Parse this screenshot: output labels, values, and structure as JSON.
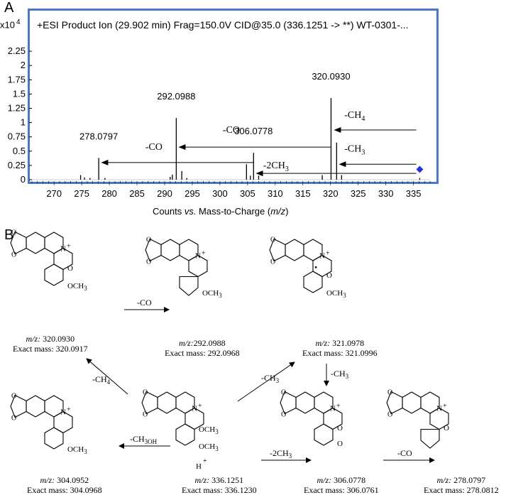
{
  "panel_a_label": "A",
  "panel_b_label": "B",
  "chart_data": {
    "type": "bar",
    "title": "+ESI Product Ion (29.902 min) Frag=150.0V CID@35.0 (336.1251 -> **) WT-0301-...",
    "y_multiplier": "x10",
    "y_exponent": "4",
    "xlabel_parts": [
      "Counts ",
      "vs.",
      " Mass-to-Charge (",
      "m/z",
      ")"
    ],
    "xlim": [
      266,
      338
    ],
    "ylim": [
      0,
      2.5
    ],
    "xticks": [
      "270",
      "275",
      "280",
      "285",
      "290",
      "295",
      "300",
      "305",
      "310",
      "315",
      "320",
      "325",
      "330",
      "335"
    ],
    "yticks": [
      "0",
      "0.25",
      "0.5",
      "0.75",
      "1",
      "1.25",
      "1.5",
      "1.75",
      "2",
      "2.25"
    ],
    "peaks": [
      {
        "x": 274.8,
        "y": 0.08
      },
      {
        "x": 275.5,
        "y": 0.04
      },
      {
        "x": 276.5,
        "y": 0.03
      },
      {
        "x": 278.08,
        "y": 0.38,
        "label": "278.0797"
      },
      {
        "x": 279.2,
        "y": 0.03
      },
      {
        "x": 291.0,
        "y": 0.05
      },
      {
        "x": 291.4,
        "y": 0.09
      },
      {
        "x": 292.1,
        "y": 1.08,
        "label": "292.0988"
      },
      {
        "x": 293.1,
        "y": 0.15
      },
      {
        "x": 294.0,
        "y": 0.03
      },
      {
        "x": 304.8,
        "y": 0.27
      },
      {
        "x": 305.5,
        "y": 0.07
      },
      {
        "x": 306.08,
        "y": 0.47,
        "label": "306.0778"
      },
      {
        "x": 307.0,
        "y": 0.07
      },
      {
        "x": 318.5,
        "y": 0.08
      },
      {
        "x": 320.09,
        "y": 1.43,
        "label": "320.0930"
      },
      {
        "x": 321.1,
        "y": 0.65
      },
      {
        "x": 322.0,
        "y": 0.08
      },
      {
        "x": 336.13,
        "y": 0.03
      }
    ],
    "precursor_marker": {
      "x": 336.13,
      "y": 0.18
    },
    "annotations": [
      {
        "text": "-CH",
        "sub": "4",
        "x": 322.5,
        "y": 1.08
      },
      {
        "text": "-CO",
        "sub": "",
        "x": 300.5,
        "y": 0.82
      },
      {
        "text": "-CH",
        "sub": "3",
        "x": 322.5,
        "y": 0.49
      },
      {
        "text": "-CO",
        "sub": "",
        "x": 286.5,
        "y": 0.52
      },
      {
        "text": "-2CH",
        "sub": "3",
        "x": 307.8,
        "y": 0.2
      }
    ],
    "arrows": [
      {
        "x1": 335.5,
        "x2": 320.6,
        "y": 0.87
      },
      {
        "x1": 320.1,
        "x2": 292.5,
        "y": 0.57
      },
      {
        "x1": 335.5,
        "x2": 321.5,
        "y": 0.27
      },
      {
        "x1": 306.1,
        "x2": 278.5,
        "y": 0.3
      },
      {
        "x1": 335.5,
        "x2": 306.5,
        "y": 0.11
      }
    ]
  },
  "scheme": {
    "reactions": [
      "-CO",
      "-CH",
      "-CH",
      "-CH",
      "-CH",
      "-2CH",
      "-CO"
    ],
    "reaction_subs": [
      "",
      "4",
      "3",
      "3",
      "3OH",
      "3",
      ""
    ],
    "substituent": "OCH",
    "substituent_sub": "3",
    "hydrogen": "H",
    "plus": "+",
    "dot": "•",
    "ring_n": "N",
    "ring_o": "O",
    "compounds": [
      {
        "mz_label": "m/z:",
        "mz": "320.0930",
        "exact": "Exact mass: 320.0917"
      },
      {
        "mz_label": "m/z:",
        "mz": "292.0988",
        "exact": "Exact mass: 292.0968"
      },
      {
        "mz_label": "m/z:",
        "mz": "321.0978",
        "exact": "Exact mass: 321.0996"
      },
      {
        "mz_label": "m/z:",
        "mz": "304.0952",
        "exact": "Exact mass: 304.0968"
      },
      {
        "mz_label": "m/z:",
        "mz": "336.1251",
        "exact": "Exact mass: 336.1230"
      },
      {
        "mz_label": "m/z:",
        "mz": "306.0778",
        "exact": "Exact mass: 306.0761"
      },
      {
        "mz_label": "m/z:",
        "mz": "278.0797",
        "exact": "Exact mass: 278.0812"
      }
    ]
  }
}
